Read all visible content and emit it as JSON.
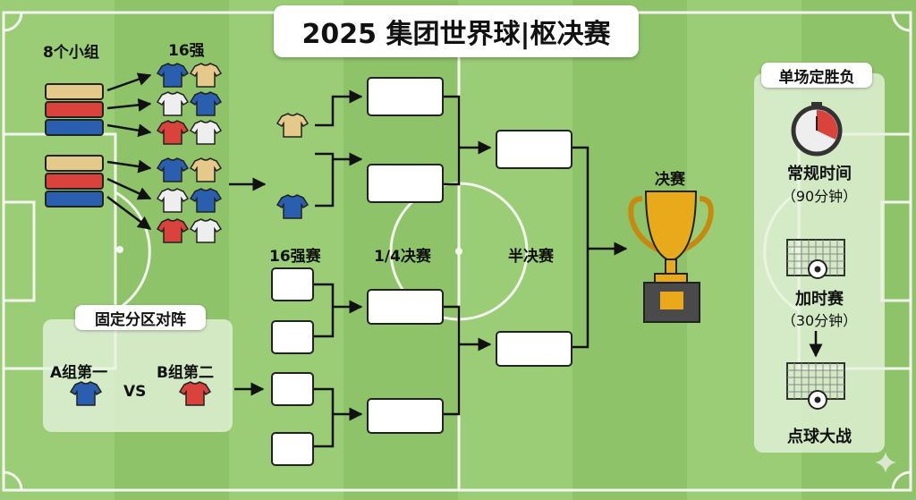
{
  "title": "2025 集团世界球|枢决赛",
  "groups_label": "8个小组",
  "round16_label": "16强",
  "fixed_zone": {
    "title": "固定分区对阵",
    "left_team": "A组第一",
    "vs": "VS",
    "right_team": "B组第二"
  },
  "stages": {
    "r16": "16强赛",
    "qf": "1/4决赛",
    "sf": "半决赛",
    "final": "决赛"
  },
  "rules": {
    "title": "单场定胜负",
    "regular": "常规时间",
    "regular_time": "（90分钟）",
    "extra": "加时赛",
    "extra_time": "（30分钟）",
    "penalties": "点球大战"
  },
  "colors": {
    "grass": "#8fc36a",
    "blue_kit": "#2a5fb0",
    "red_kit": "#d9433b",
    "tan_kit": "#e5c98a",
    "white_kit": "#eeeeee",
    "trophy": "#e8a91a"
  },
  "icons": [
    "jersey-icon",
    "arrow-icon",
    "trophy-icon",
    "stopwatch-icon",
    "goal-net-icon",
    "football-icon",
    "sparkle-icon"
  ]
}
